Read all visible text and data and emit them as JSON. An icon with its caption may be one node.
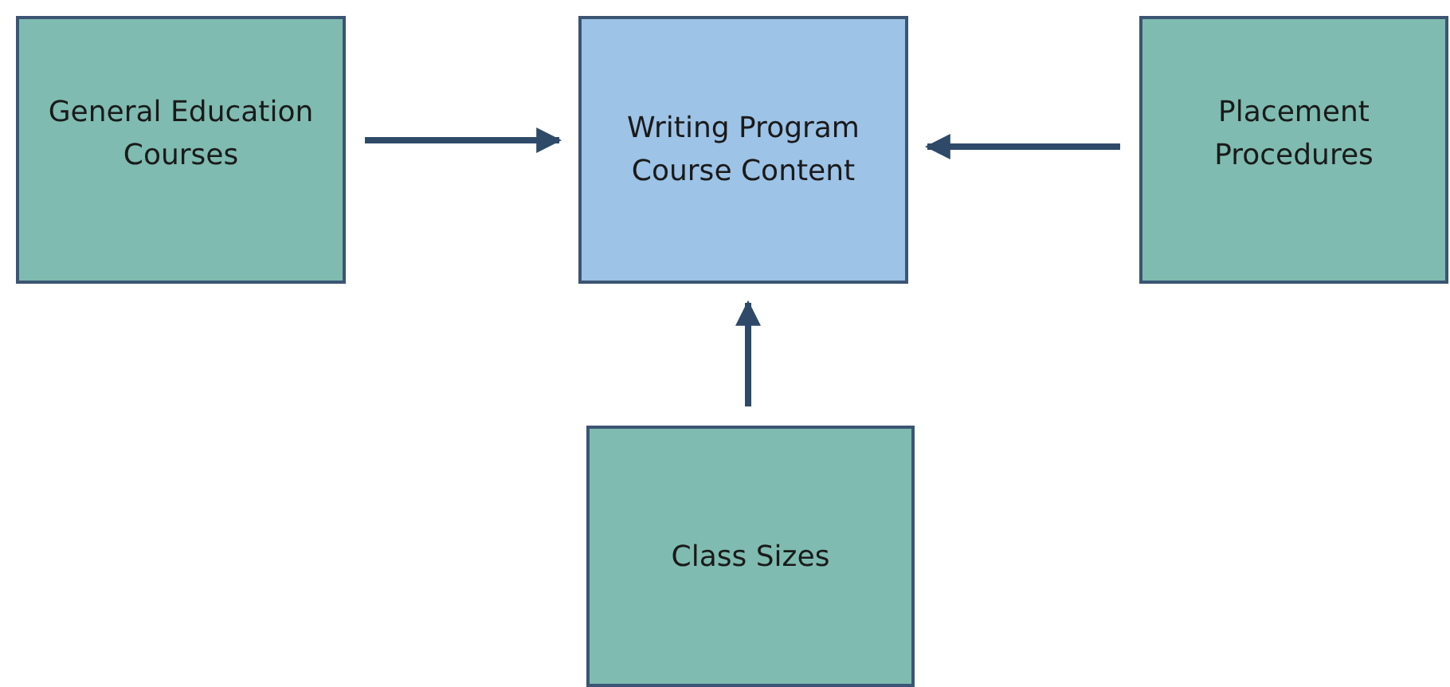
{
  "diagram": {
    "nodes": [
      {
        "text": [
          "General Education Courses"
        ]
      },
      {
        "text": [
          "Writing Program Course Content"
        ]
      },
      {
        "text": [
          "Placement Procedures"
        ]
      },
      {
        "text": [
          "Class Sizes"
        ]
      }
    ],
    "edges": [
      {
        "from": 0,
        "to": 1,
        "arrow": "to"
      },
      {
        "from": 2,
        "to": 1,
        "arrow": "to"
      },
      {
        "from": 3,
        "to": 1,
        "arrow": "to"
      }
    ]
  }
}
